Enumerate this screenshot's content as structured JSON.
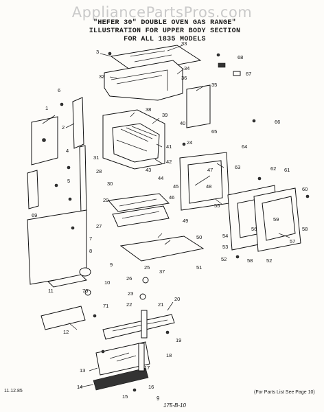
{
  "watermark": "AppliancePartsPros.com",
  "title_lines": [
    "\"HEFER 30\" DOUBLE OVEN GAS RANGE\"",
    "ILLUSTRATION FOR UPPER BODY SECTION",
    "FOR ALL 1835 MODELS"
  ],
  "date": "11.12.85",
  "page_number": "9",
  "handwritten_ref": "175-B-10",
  "footer_note": "(For Parts List See Page 10)",
  "part_numbers": [
    "1",
    "2",
    "3",
    "4",
    "5",
    "6",
    "7",
    "8",
    "9",
    "10",
    "11",
    "12",
    "13",
    "14",
    "15",
    "16",
    "17",
    "18",
    "19",
    "20",
    "21",
    "22",
    "23",
    "24",
    "25",
    "26",
    "27",
    "28",
    "29",
    "30",
    "31",
    "32",
    "33",
    "34",
    "35",
    "36",
    "37",
    "38",
    "39",
    "40",
    "41",
    "42",
    "43",
    "44",
    "45",
    "46",
    "47",
    "48",
    "49",
    "50",
    "51",
    "52",
    "53",
    "54",
    "55",
    "56",
    "57",
    "58",
    "59",
    "60",
    "61",
    "62",
    "63",
    "64",
    "65",
    "66",
    "67",
    "68",
    "69",
    "70",
    "71"
  ]
}
